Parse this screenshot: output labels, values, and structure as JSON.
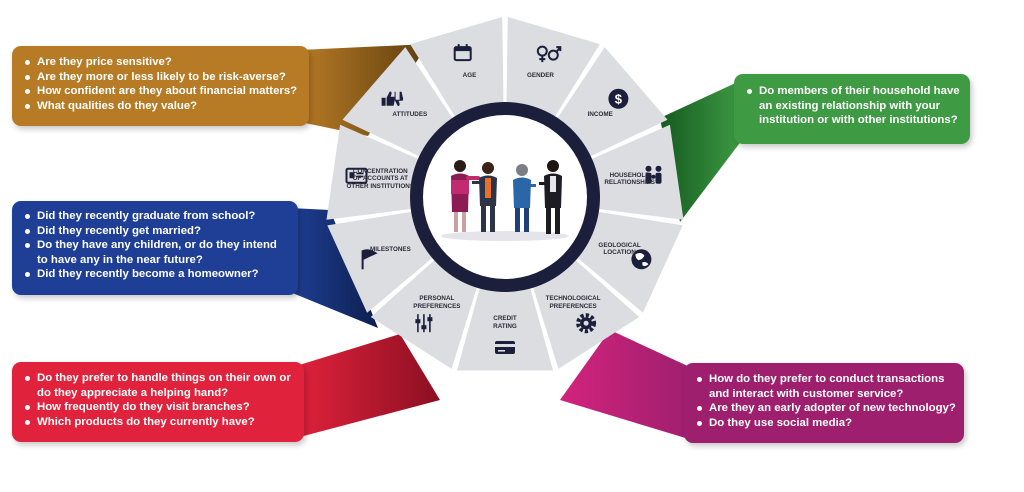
{
  "colors": {
    "gold": "#b77b26",
    "blue": "#1f3f96",
    "red": "#e0223c",
    "green": "#3e9a43",
    "magenta": "#9e1f6e",
    "navy": "#1b1f3b",
    "segment_gray": "#dcdde0"
  },
  "segments": [
    {
      "label": "AGE",
      "icon": "calendar-icon"
    },
    {
      "label": "GENDER",
      "icon": "gender-icon"
    },
    {
      "label": "INCOME",
      "icon": "dollar-icon"
    },
    {
      "label": "HOUSEHOLD\nRELATIONSHIPS",
      "icon": "family-icon"
    },
    {
      "label": "GEOLOGICAL\nLOCATION",
      "icon": "globe-icon"
    },
    {
      "label": "TECHNOLOGICAL\nPREFERENCES",
      "icon": "gear-icon"
    },
    {
      "label": "CREDIT\nRATING",
      "icon": "credit-card-icon"
    },
    {
      "label": "PERSONAL\nPREFERENCES",
      "icon": "sliders-icon"
    },
    {
      "label": "MILESTONES",
      "icon": "flag-icon"
    },
    {
      "label": "CONCENTRATION\nOF ACCOUNTS AT\nOTHER INSTITUTIONS",
      "icon": "id-card-icon"
    },
    {
      "label": "ATTITUDES",
      "icon": "thumbs-icon"
    }
  ],
  "callouts": {
    "attitudes": [
      "Are they price sensitive?",
      "Are they more or less likely to be risk-averse?",
      "How confident are they about financial matters?",
      "What qualities do they value?"
    ],
    "milestones": [
      "Did they recently graduate from school?",
      "Did they recently get married?",
      "Do they have any children, or do they intend to have any in the near future?",
      "Did they recently become a homeowner?"
    ],
    "personal_preferences": [
      "Do they prefer to handle things on their own or do they appreciate a helping hand?",
      "How frequently do they visit branches?",
      "Which products do they currently have?"
    ],
    "household": [
      "Do members of their household have an existing relationship with your institution or with other institutions?"
    ],
    "technology": [
      "How do they prefer to conduct transactions and interact with customer service?",
      "Are they an early adopter of new technology?",
      "Do they use social media?"
    ]
  }
}
